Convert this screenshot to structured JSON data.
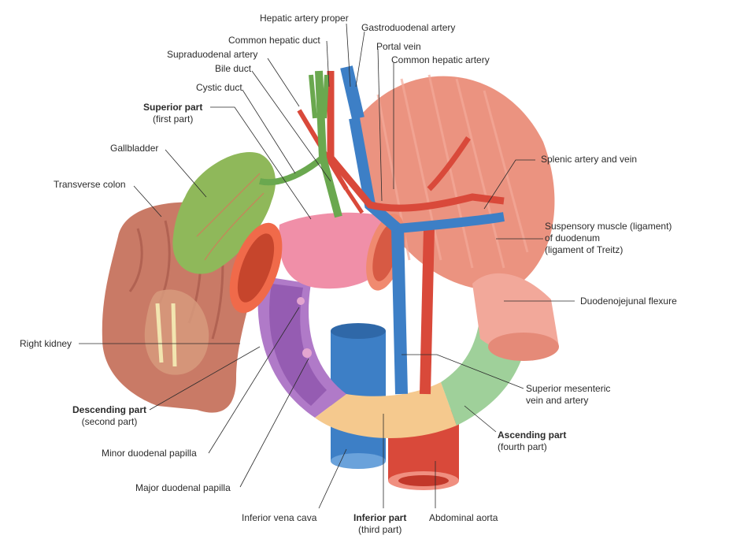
{
  "labels": {
    "hepatic_artery_proper": "Hepatic artery proper",
    "gastroduodenal_artery": "Gastroduodenal artery",
    "common_hepatic_duct": "Common hepatic duct",
    "portal_vein": "Portal vein",
    "supraduodenal_artery": "Supraduodenal artery",
    "common_hepatic_artery": "Common hepatic artery",
    "bile_duct": "Bile duct",
    "cystic_duct": "Cystic duct",
    "superior_part": {
      "main": "Superior part",
      "sub": "(first part)"
    },
    "gallbladder": "Gallbladder",
    "transverse_colon": "Transverse colon",
    "splenic_artery_vein": "Splenic artery and vein",
    "suspensory_muscle": {
      "l1": "Suspensory muscle (ligament)",
      "l2": "of duodenum",
      "l3": "(ligament of Treitz)"
    },
    "duodenojejunal_flexure": "Duodenojejunal flexure",
    "right_kidney": "Right kidney",
    "superior_mesenteric": {
      "l1": "Superior mesenteric",
      "l2": "vein and artery"
    },
    "descending_part": {
      "main": "Descending part",
      "sub": "(second part)"
    },
    "ascending_part": {
      "main": "Ascending part",
      "sub": "(fourth part)"
    },
    "minor_papilla": "Minor duodenal papilla",
    "major_papilla": "Major duodenal papilla",
    "inferior_vena_cava": "Inferior vena cava",
    "inferior_part": {
      "main": "Inferior part",
      "sub": "(third part)"
    },
    "abdominal_aorta": "Abdominal aorta"
  },
  "colors": {
    "superior_part": "#f08fa8",
    "descending_part": "#b07ac8",
    "inferior_part": "#f5c98e",
    "ascending_part": "#9fd09a",
    "artery": "#d9493a",
    "vein": "#3d7fc6",
    "bile": "#6aa84f",
    "gallbladder": "#8fb85a",
    "colon": "#c97a66",
    "muscle": "#e58a78",
    "leader": "#2b2b2b"
  }
}
